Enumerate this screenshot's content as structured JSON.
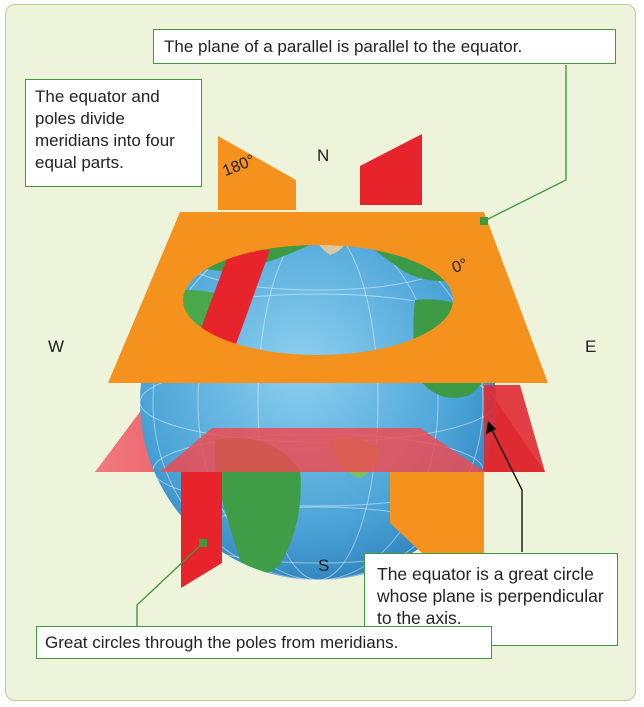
{
  "callouts": {
    "parallel": "The plane of a parallel is parallel to the equator.",
    "poles": "The equator and poles divide meridians into four equal parts.",
    "equator": "The equator is a great circle whose plane is perpendicular to the axis.",
    "meridians": "Great circles through the poles from meridians."
  },
  "compass": {
    "north": "N",
    "south": "S",
    "west": "W",
    "east": "E"
  },
  "degrees": {
    "meridian_180": "180°",
    "meridian_0": "0°"
  },
  "colors": {
    "parallel_plane": "#f5921e",
    "meridian_plane": "#e7242b",
    "equator_plane": "#ec4b52",
    "ocean": "#5aaed8",
    "land": "#3d9a45",
    "callout_border": "#3f9a3a",
    "background": "#eef3dc"
  }
}
